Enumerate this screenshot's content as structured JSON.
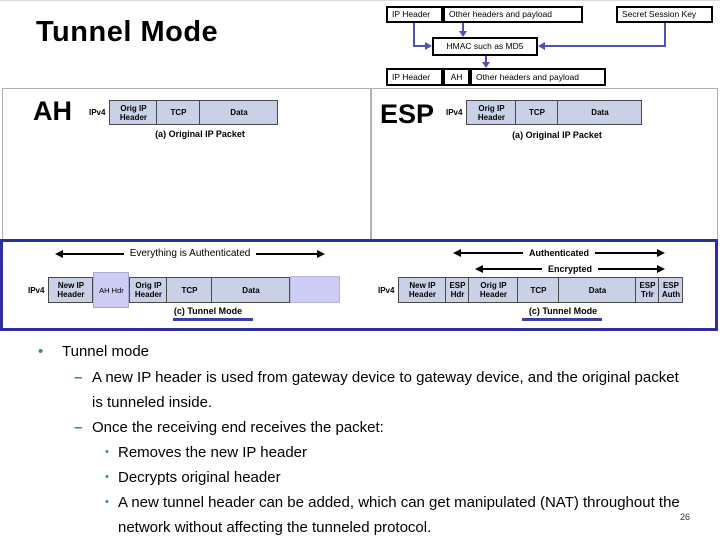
{
  "slide": {
    "title": "Tunnel Mode",
    "page_number": "26"
  },
  "hmac_diagram": {
    "top_row": {
      "ip_header": "IP Header",
      "payload": "Other headers and payload"
    },
    "key_box": "Secret Session Key",
    "hmac_box": "HMAC such as MD5",
    "bottom_row": {
      "ip_header": "IP Header",
      "ah": "AH",
      "payload": "Other headers and payload"
    }
  },
  "ah_panel": {
    "label": "AH",
    "packet_prefix": "IPv4",
    "cells": [
      "Orig IP Header",
      "TCP",
      "Data"
    ],
    "caption": "(a) Original IP Packet"
  },
  "esp_panel": {
    "label": "ESP",
    "packet_prefix": "IPv4",
    "cells": [
      "Orig IP Header",
      "TCP",
      "Data"
    ],
    "caption": "(a) Original IP Packet"
  },
  "tunnel_box": {
    "ah_side": {
      "arrow_label": "Everything is Authenticated",
      "packet_prefix": "IPv4",
      "cells": [
        "New IP Header",
        "AH Hdr",
        "Orig IP Header",
        "TCP",
        "Data"
      ],
      "caption": "(c) Tunnel Mode"
    },
    "esp_side": {
      "authenticated_label": "Authenticated",
      "encrypted_label": "Encrypted",
      "packet_prefix": "IPv4",
      "cells": [
        "New IP Header",
        "ESP Hdr",
        "Orig IP Header",
        "TCP",
        "Data",
        "ESP Trlr",
        "ESP Auth"
      ],
      "caption": "(c) Tunnel Mode"
    }
  },
  "bullets": {
    "level1": "Tunnel mode",
    "level2": [
      "A new IP header is used from gateway device to gateway device, and the original packet is tunneled inside.",
      "Once the receiving end receives the packet:"
    ],
    "level3": [
      "Removes the new IP header",
      "Decrypts original header",
      "A new tunnel header can be added, which can get manipulated (NAT) throughout the network without affecting the tunneled protocol."
    ]
  },
  "colors": {
    "tunnel_frame_border": "#2e2e9e",
    "packet_cell_fill": "#c8d1e6",
    "lavender_cell_fill": "#cdccf4",
    "hmac_arrow_blue": "#5050bb",
    "bullet_teal": "#2e8b8b",
    "caption_underline_blue": "#3d3daa"
  }
}
